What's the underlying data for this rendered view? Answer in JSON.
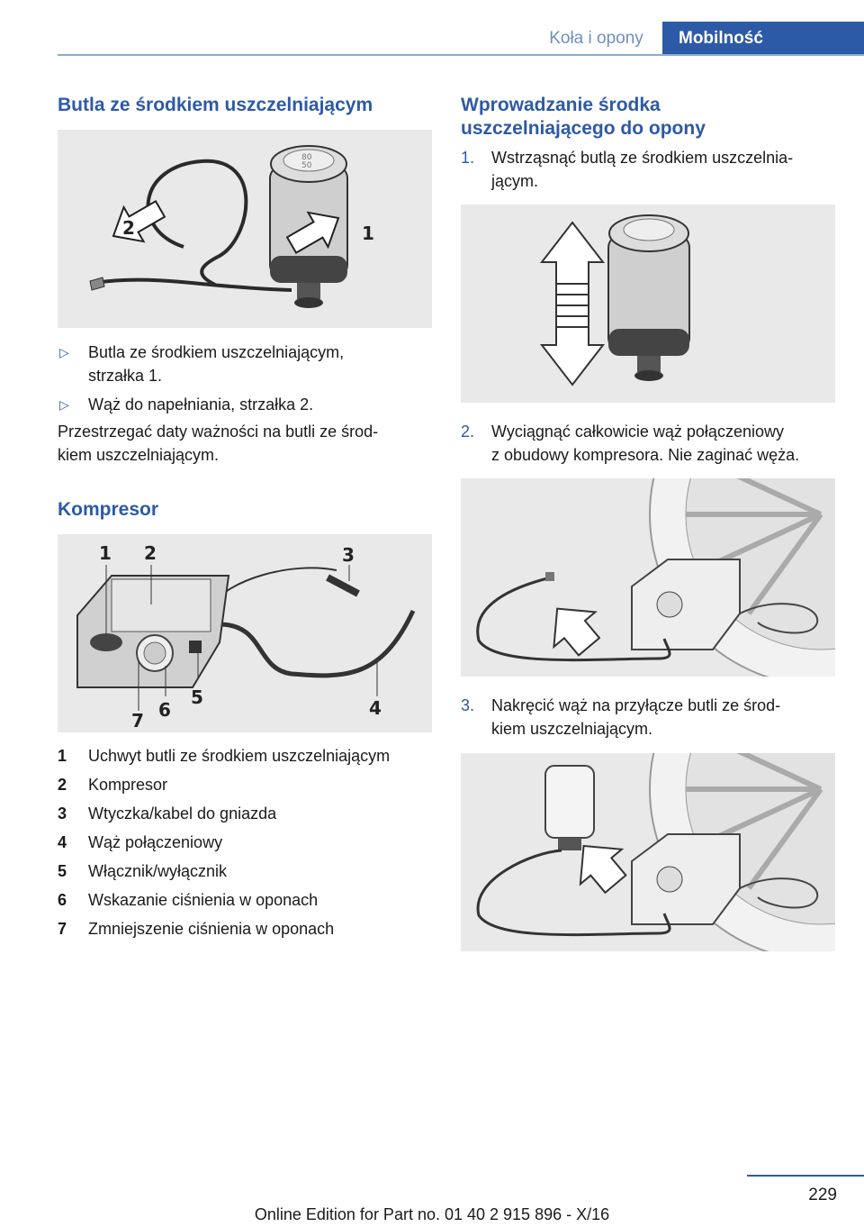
{
  "header": {
    "section": "Koła i opony",
    "chapter": "Mobilność"
  },
  "left": {
    "bottle_heading": "Butla ze środkiem uszczelniającym",
    "fig1_labels": [
      "1",
      "2"
    ],
    "bullets": [
      "Butla ze środkiem uszczelniającym,",
      "strzałka 1.",
      "Wąż do napełniania, strzałka 2."
    ],
    "note_lines": [
      "Przestrzegać daty ważności na butli ze środ-",
      "kiem uszczelniającym."
    ],
    "compressor_heading": "Kompresor",
    "fig2_labels": [
      "1",
      "2",
      "3",
      "4",
      "5",
      "6",
      "7"
    ],
    "legend": [
      {
        "num": "1",
        "text": "Uchwyt butli ze środkiem uszczelniającym"
      },
      {
        "num": "2",
        "text": "Kompresor"
      },
      {
        "num": "3",
        "text": "Wtyczka/kabel do gniazda"
      },
      {
        "num": "4",
        "text": "Wąż połączeniowy"
      },
      {
        "num": "5",
        "text": "Włącznik/wyłącznik"
      },
      {
        "num": "6",
        "text": "Wskazanie ciśnienia w oponach"
      },
      {
        "num": "7",
        "text": "Zmniejszenie ciśnienia w oponach"
      }
    ]
  },
  "right": {
    "heading_line1": "Wprowadzanie środka",
    "heading_line2": "uszczelniającego do opony",
    "steps": [
      {
        "num": "1.",
        "lines": [
          "Wstrząsnąć butlą ze środkiem uszczelnia-",
          "jącym."
        ]
      },
      {
        "num": "2.",
        "lines": [
          "Wyciągnąć całkowicie wąż połączeniowy",
          "z obudowy kompresora. Nie zaginać węża."
        ]
      },
      {
        "num": "3.",
        "lines": [
          "Nakręcić wąż na przyłącze butli ze środ-",
          "kiem uszczelniającym."
        ]
      }
    ],
    "gauge_text": [
      "80",
      "50"
    ]
  },
  "footer": {
    "page": "229",
    "edition": "Online Edition for Part no. 01 40 2 915 896 - X/16"
  }
}
